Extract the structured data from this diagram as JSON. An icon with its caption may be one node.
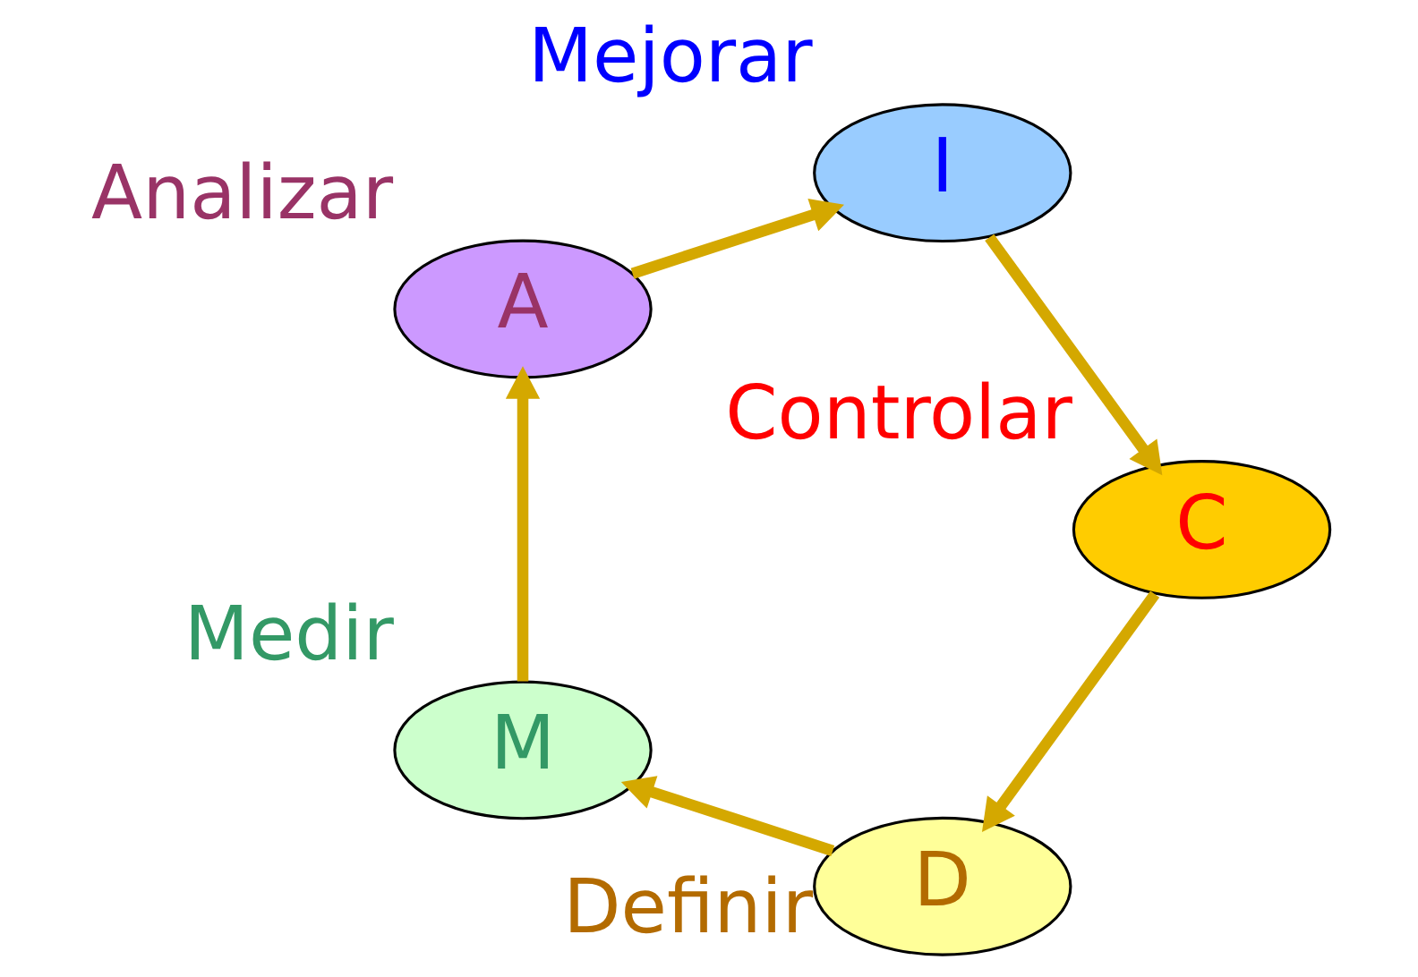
{
  "diagram": {
    "nodes": [
      {
        "text": [
          "D"
        ],
        "beside": [
          "Definir"
        ]
      },
      {
        "text": [
          "M"
        ],
        "beside": [
          "Medir"
        ]
      },
      {
        "text": [
          "A"
        ],
        "beside": [
          "Analizar"
        ]
      },
      {
        "text": [
          "I"
        ],
        "beside": [
          "Mejorar"
        ]
      },
      {
        "text": [
          "C"
        ],
        "beside": [
          "Controlar"
        ]
      }
    ],
    "edges": [
      {
        "from": 0,
        "to": 1,
        "arrow": "to"
      },
      {
        "from": 1,
        "to": 2,
        "arrow": "to"
      },
      {
        "from": 2,
        "to": 3,
        "arrow": "to"
      },
      {
        "from": 3,
        "to": 4,
        "arrow": "to"
      },
      {
        "from": 4,
        "to": 0,
        "arrow": "to"
      }
    ]
  }
}
